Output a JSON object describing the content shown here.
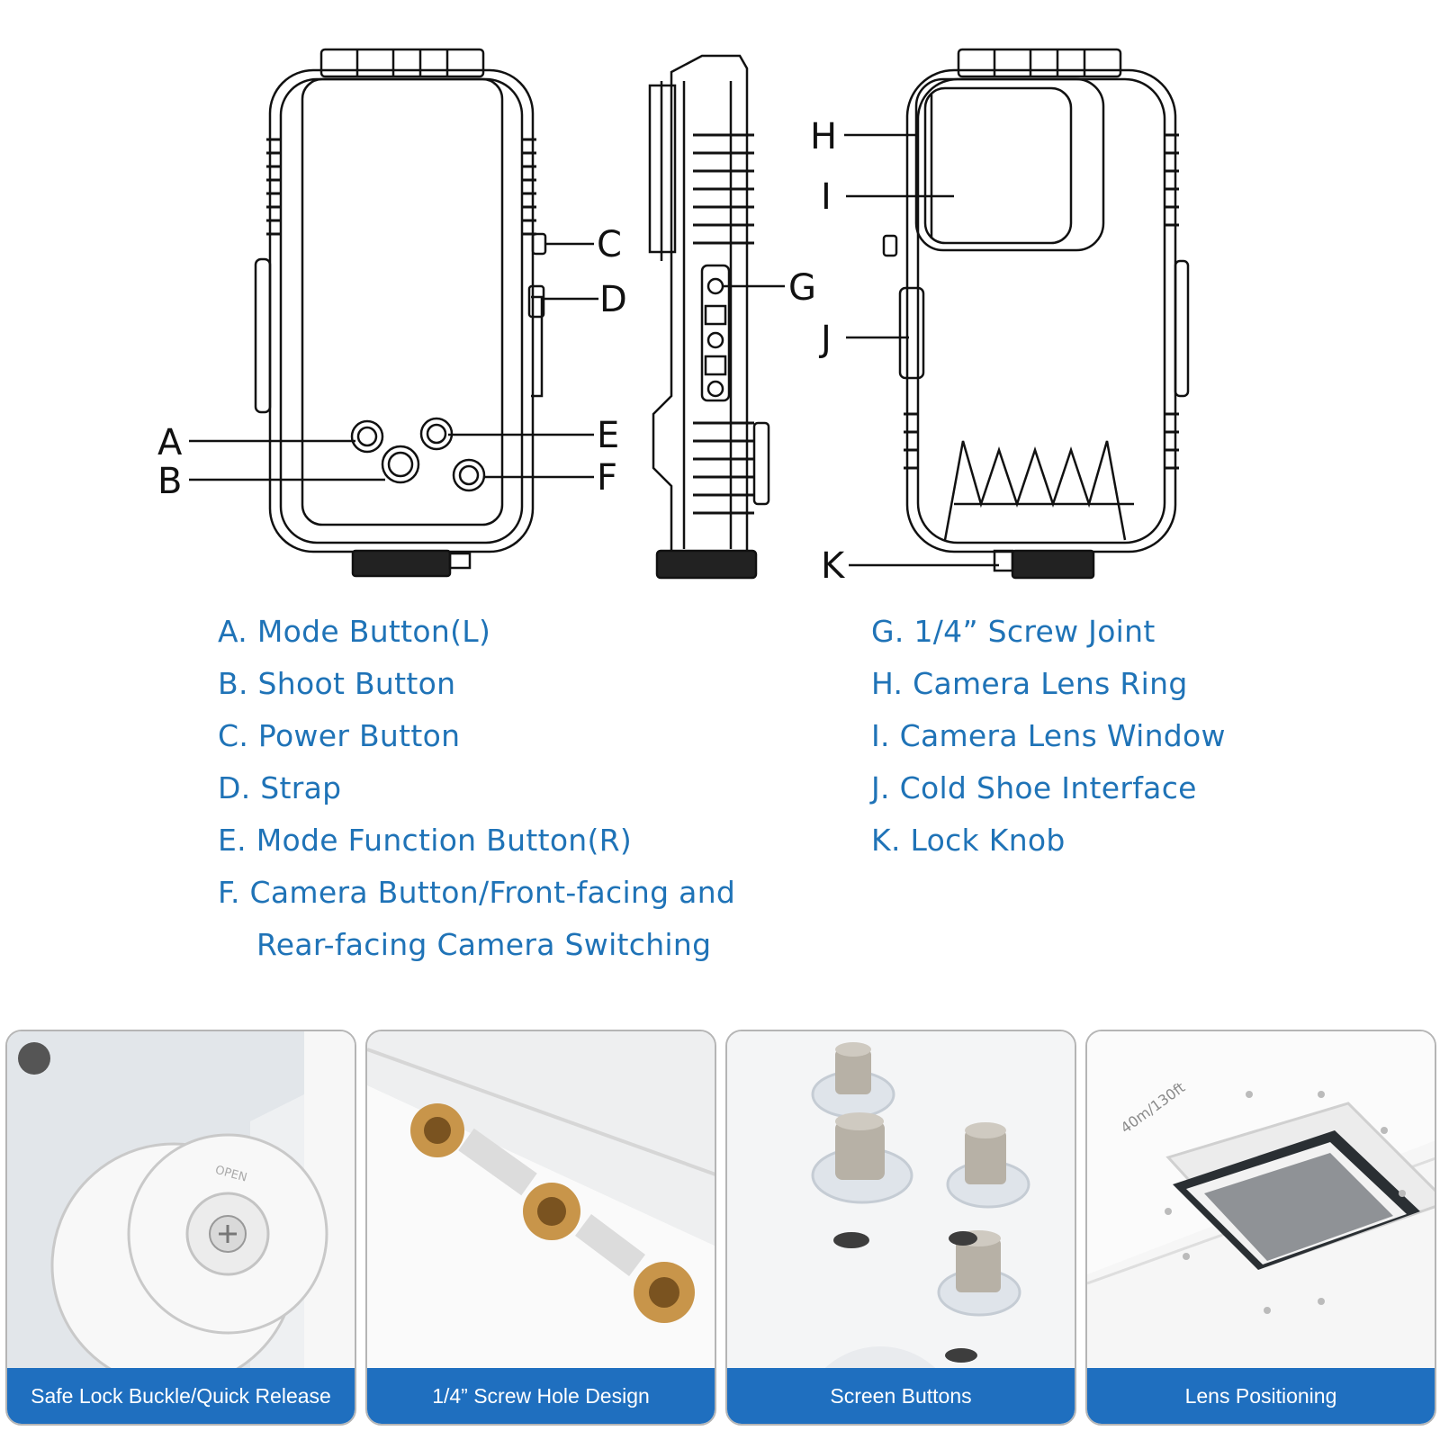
{
  "callouts": {
    "a": "A",
    "b": "B",
    "c": "C",
    "d": "D",
    "e": "E",
    "f": "F",
    "g": "G",
    "h": "H",
    "i": "I",
    "j": "J",
    "k": "K"
  },
  "legend_left": [
    "A. Mode Button(L)",
    "B. Shoot Button",
    "C. Power Button",
    "D. Strap",
    "E. Mode Function Button(R)",
    "F. Camera Button/Front-facing and",
    "Rear-facing Camera Switching"
  ],
  "legend_right": [
    "G. 1/4”  Screw Joint",
    "H. Camera Lens Ring",
    "I. Camera Lens Window",
    "J. Cold Shoe Interface",
    "K. Lock Knob"
  ],
  "panels": [
    {
      "caption": "Safe Lock Buckle/Quick Release",
      "knob_text": "OPEN"
    },
    {
      "caption": "1/4”  Screw Hole Design"
    },
    {
      "caption": "Screen Buttons"
    },
    {
      "caption": "Lens Positioning",
      "depth_text": "40m/130ft"
    }
  ],
  "colors": {
    "legend": "#1f73b7",
    "caption_bg": "#1f6fbf"
  }
}
